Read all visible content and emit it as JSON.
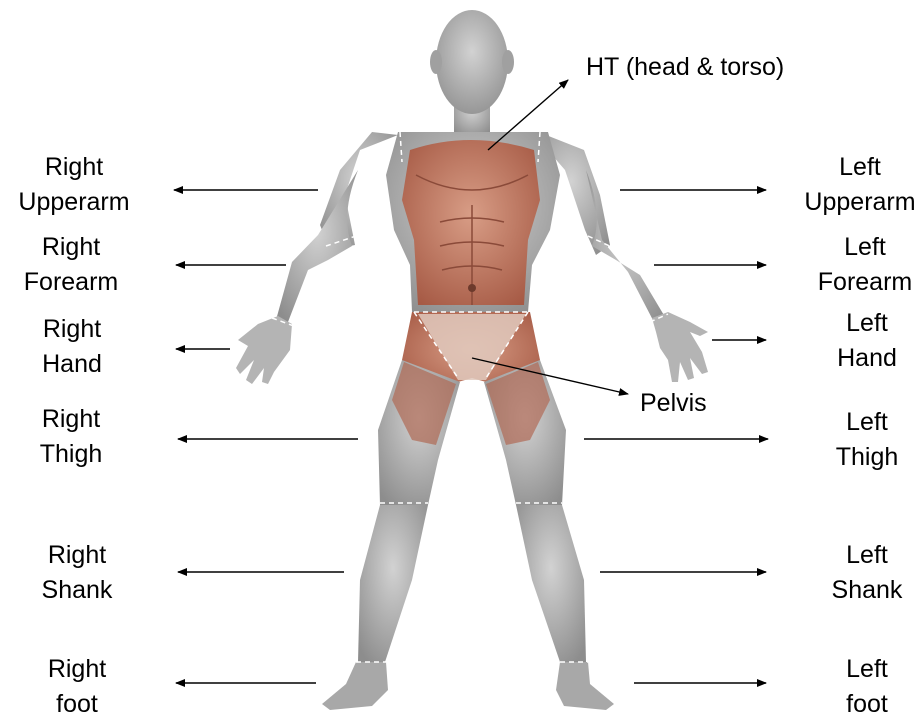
{
  "labels": {
    "ht": "HT (head & torso)",
    "pelvis": "Pelvis",
    "right_upperarm": [
      "Right",
      "Upperarm"
    ],
    "right_forearm": [
      "Right",
      "Forearm"
    ],
    "right_hand": [
      "Right",
      "Hand"
    ],
    "right_thigh": [
      "Right",
      "Thigh"
    ],
    "right_shank": [
      "Right",
      "Shank"
    ],
    "right_foot": [
      "Right",
      "foot"
    ],
    "left_upperarm": [
      "Left",
      "Upperarm"
    ],
    "left_forearm": [
      "Left",
      "Forearm"
    ],
    "left_hand": [
      "Left",
      "Hand"
    ],
    "left_thigh": [
      "Left",
      "Thigh"
    ],
    "left_shank": [
      "Left",
      "Shank"
    ],
    "left_foot": [
      "Left",
      "foot"
    ]
  },
  "colors": {
    "skin": "#b8b8b8",
    "skin_shade": "#8f8f8f",
    "muscle": "#c98a74",
    "muscle_dark": "#a85f4a",
    "arrow": "#000000",
    "segment_line": "#ffffff"
  }
}
